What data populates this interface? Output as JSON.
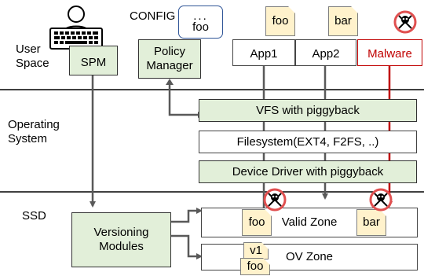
{
  "layers": {
    "user_space": "User\nSpace",
    "operating_system": "Operating\nSystem",
    "ssd": "SSD"
  },
  "config_label": "CONFIG",
  "config_box": {
    "dots": "...",
    "text": "foo"
  },
  "spm": "SPM",
  "policy_manager": "Policy\nManager",
  "apps": {
    "app1": {
      "label": "App1",
      "file": "foo"
    },
    "app2": {
      "label": "App2",
      "file": "bar"
    },
    "malware": {
      "label": "Malware"
    }
  },
  "os_boxes": {
    "vfs": "VFS with piggyback",
    "filesystem": "Filesystem(EXT4, F2FS, ..)",
    "driver": "Device Driver with piggyback"
  },
  "ssd_boxes": {
    "versioning": "Versioning\nModules",
    "valid_zone": "Valid Zone",
    "valid_file1": "foo",
    "valid_file2": "bar",
    "ov_zone": "OV Zone",
    "ov_version": "v1",
    "ov_file": "foo"
  },
  "icons": [
    "keyboard-icon",
    "user-icon",
    "skull-crossbones-icon",
    "stacked-documents-icon"
  ],
  "colors": {
    "box_green": "#e2efd9",
    "note_yellow": "#fff2cc",
    "malware_red": "#c00000",
    "flow_gray": "#595959",
    "config_border": "#2f5597"
  }
}
